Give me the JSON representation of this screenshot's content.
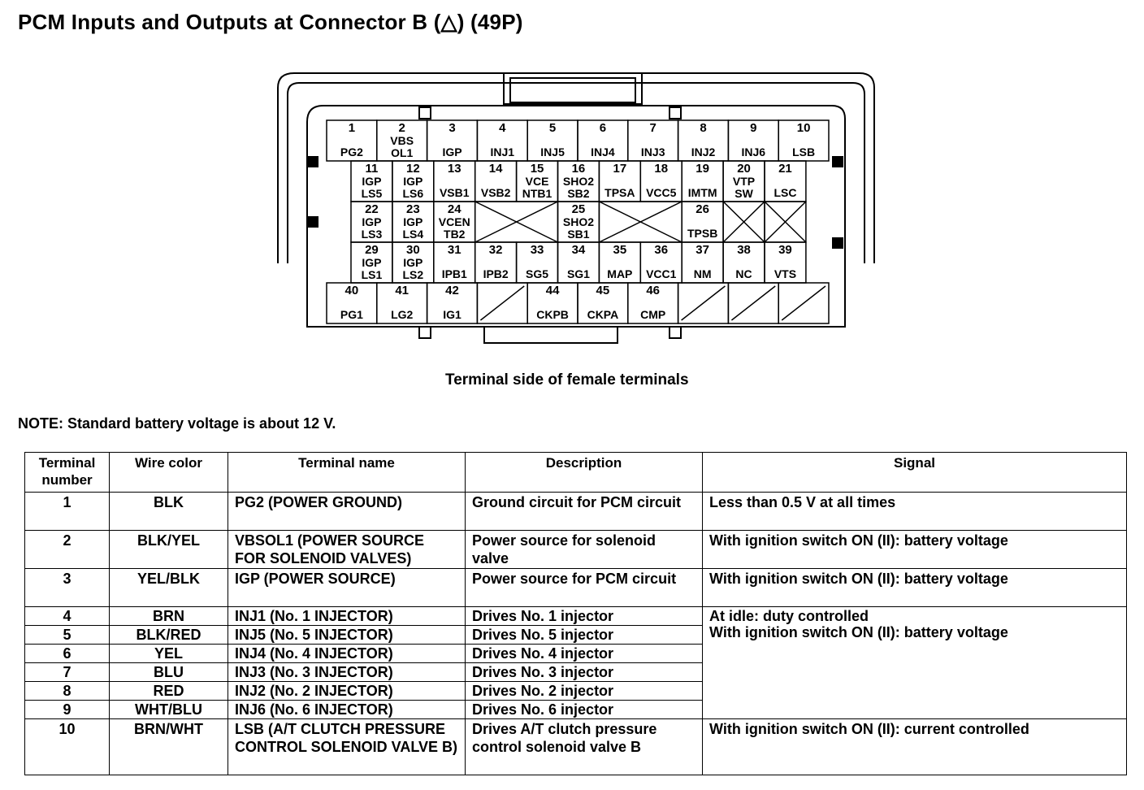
{
  "title": "PCM Inputs and Outputs at Connector B (△) (49P)",
  "connector": {
    "caption": "Terminal side of female terminals",
    "rows": [
      [
        {
          "n": "1",
          "l": [
            "PG2"
          ]
        },
        {
          "n": "2",
          "l": [
            "VBS",
            "OL1"
          ]
        },
        {
          "n": "3",
          "l": [
            "IGP"
          ]
        },
        {
          "n": "4",
          "l": [
            "INJ1"
          ]
        },
        {
          "n": "5",
          "l": [
            "INJ5"
          ]
        },
        {
          "n": "6",
          "l": [
            "INJ4"
          ]
        },
        {
          "n": "7",
          "l": [
            "INJ3"
          ]
        },
        {
          "n": "8",
          "l": [
            "INJ2"
          ]
        },
        {
          "n": "9",
          "l": [
            "INJ6"
          ]
        },
        {
          "n": "10",
          "l": [
            "LSB"
          ]
        }
      ],
      [
        {
          "n": "11",
          "l": [
            "IGP",
            "LS5"
          ]
        },
        {
          "n": "12",
          "l": [
            "IGP",
            "LS6"
          ]
        },
        {
          "n": "13",
          "l": [
            "VSB1"
          ]
        },
        {
          "n": "14",
          "l": [
            "VSB2"
          ]
        },
        {
          "n": "15",
          "l": [
            "VCE",
            "NTB1"
          ]
        },
        {
          "n": "16",
          "l": [
            "SHO2",
            "SB2"
          ]
        },
        {
          "n": "17",
          "l": [
            "TPSA"
          ]
        },
        {
          "n": "18",
          "l": [
            "VCC5"
          ]
        },
        {
          "n": "19",
          "l": [
            "IMTM"
          ]
        },
        {
          "n": "20",
          "l": [
            "VTP",
            "SW"
          ]
        },
        {
          "n": "21",
          "l": [
            "LSC"
          ]
        }
      ],
      [
        {
          "n": "22",
          "l": [
            "IGP",
            "LS3"
          ]
        },
        {
          "n": "23",
          "l": [
            "IGP",
            "LS4"
          ]
        },
        {
          "n": "24",
          "l": [
            "VCEN",
            "TB2"
          ]
        },
        {
          "x": 2
        },
        {
          "n": "25",
          "l": [
            "SHO2",
            "SB1"
          ]
        },
        {
          "x": 2
        },
        {
          "n": "26",
          "l": [
            "TPSB"
          ]
        },
        {
          "x": 1
        },
        {
          "x": 1
        }
      ],
      [
        {
          "n": "29",
          "l": [
            "IGP",
            "LS1"
          ]
        },
        {
          "n": "30",
          "l": [
            "IGP",
            "LS2"
          ]
        },
        {
          "n": "31",
          "l": [
            "IPB1"
          ]
        },
        {
          "n": "32",
          "l": [
            "IPB2"
          ]
        },
        {
          "n": "33",
          "l": [
            "SG5"
          ]
        },
        {
          "n": "34",
          "l": [
            "SG1"
          ]
        },
        {
          "n": "35",
          "l": [
            "MAP"
          ]
        },
        {
          "n": "36",
          "l": [
            "VCC1"
          ]
        },
        {
          "n": "37",
          "l": [
            "NM"
          ]
        },
        {
          "n": "38",
          "l": [
            "NC"
          ]
        },
        {
          "n": "39",
          "l": [
            "VTS"
          ]
        }
      ],
      [
        {
          "n": "40",
          "l": [
            "PG1"
          ]
        },
        {
          "n": "41",
          "l": [
            "LG2"
          ]
        },
        {
          "n": "42",
          "l": [
            "IG1"
          ]
        },
        {
          "d": 1
        },
        {
          "n": "44",
          "l": [
            "CKPB"
          ]
        },
        {
          "n": "45",
          "l": [
            "CKPA"
          ]
        },
        {
          "n": "46",
          "l": [
            "CMP"
          ]
        },
        {
          "d": 1
        },
        {
          "d": 1
        },
        {
          "d": 1
        }
      ]
    ]
  },
  "note": "NOTE: Standard battery voltage is about 12 V.",
  "table": {
    "headers": {
      "terminal": "Terminal number",
      "wire": "Wire color",
      "name": "Terminal name",
      "desc": "Description",
      "signal": "Signal"
    },
    "rows": [
      {
        "num": "1",
        "wire": "BLK",
        "name": "PG2 (POWER GROUND)",
        "desc": "Ground circuit for PCM circuit",
        "signal": "Less than 0.5 V at all times"
      },
      {
        "num": "2",
        "wire": "BLK/YEL",
        "name": "VBSOL1 (POWER SOURCE FOR SOLENOID VALVES)",
        "desc": "Power source for solenoid valve",
        "signal": "With ignition switch ON (II): battery voltage"
      },
      {
        "num": "3",
        "wire": "YEL/BLK",
        "name": "IGP (POWER SOURCE)",
        "desc": "Power source for PCM circuit",
        "signal": "With ignition switch ON (II): battery voltage"
      },
      {
        "num": "4",
        "wire": "BRN",
        "name": "INJ1 (No. 1 INJECTOR)",
        "desc": "Drives No. 1 injector"
      },
      {
        "num": "5",
        "wire": "BLK/RED",
        "name": "INJ5 (No. 5 INJECTOR)",
        "desc": "Drives No. 5 injector"
      },
      {
        "num": "6",
        "wire": "YEL",
        "name": "INJ4 (No. 4 INJECTOR)",
        "desc": "Drives No. 4 injector"
      },
      {
        "num": "7",
        "wire": "BLU",
        "name": "INJ3 (No. 3 INJECTOR)",
        "desc": "Drives No. 3 injector"
      },
      {
        "num": "8",
        "wire": "RED",
        "name": "INJ2 (No. 2 INJECTOR)",
        "desc": "Drives No. 2 injector"
      },
      {
        "num": "9",
        "wire": "WHT/BLU",
        "name": "INJ6 (No. 6 INJECTOR)",
        "desc": "Drives No. 6 injector"
      },
      {
        "num": "10",
        "wire": "BRN/WHT",
        "name": "LSB (A/T CLUTCH PRESSURE CONTROL SOLENOID VALVE B)",
        "desc": "Drives A/T clutch pressure control solenoid valve B",
        "signal": "With ignition switch ON (II): current controlled"
      }
    ],
    "injector_signal_1": "At idle: duty controlled",
    "injector_signal_2": "With ignition switch ON (II): battery voltage"
  }
}
